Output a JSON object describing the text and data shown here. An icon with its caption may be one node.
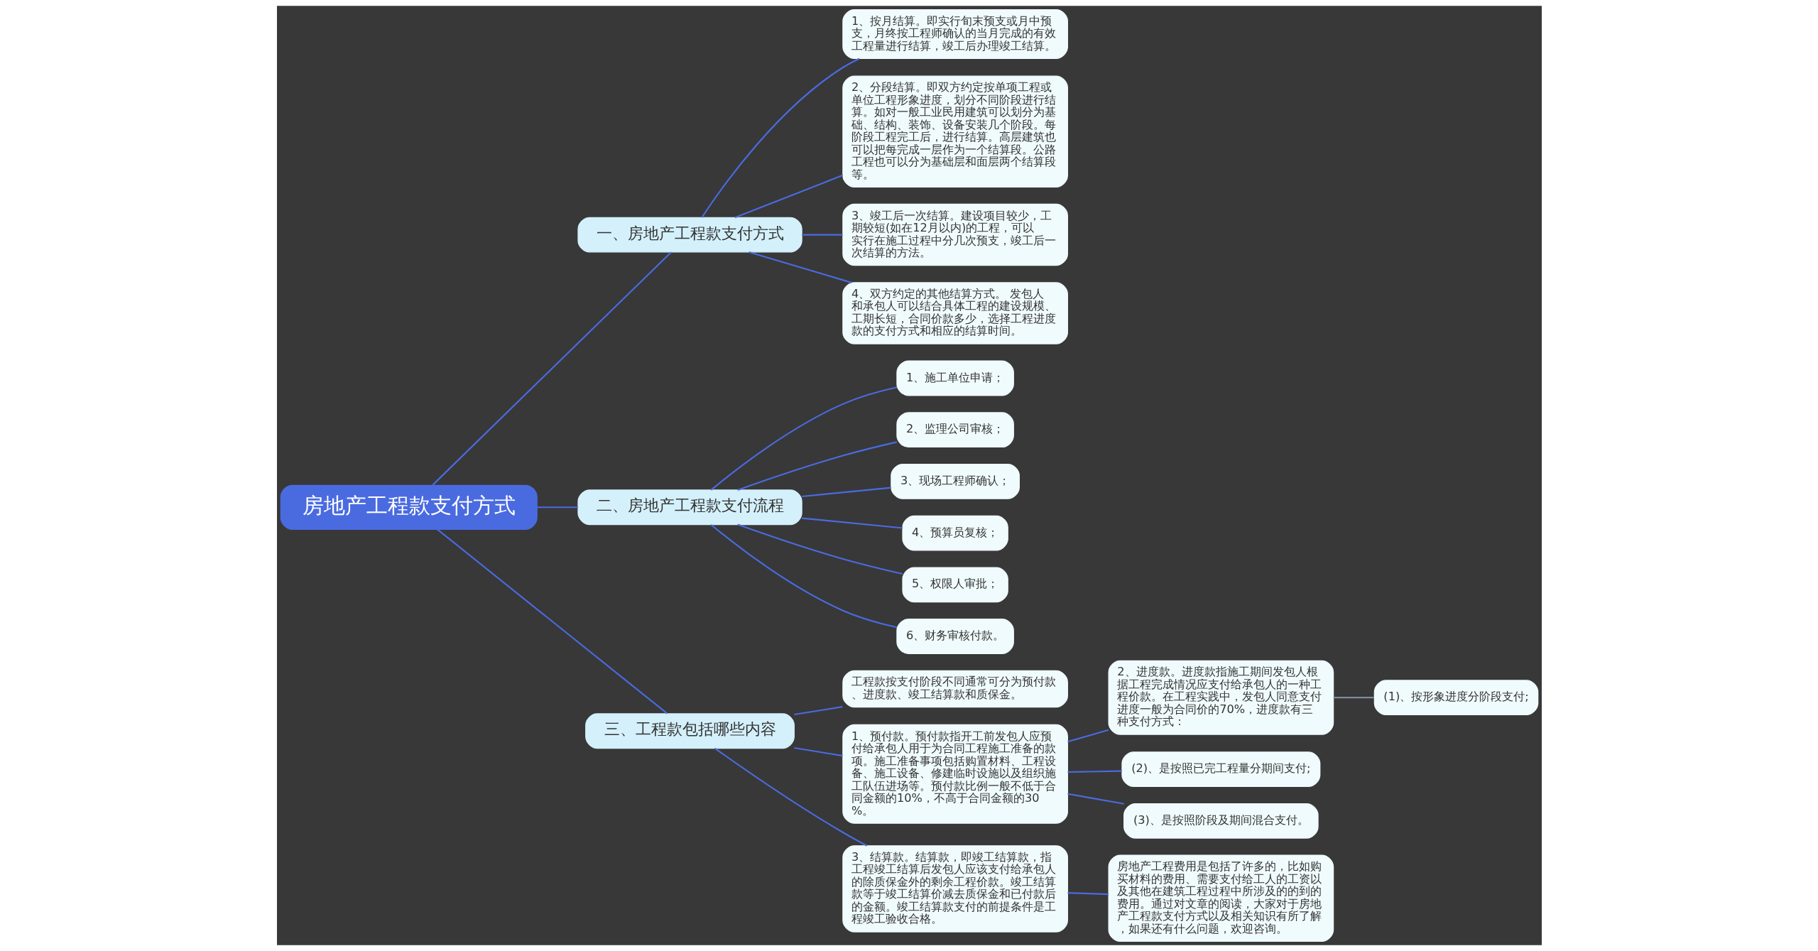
{
  "diagram": {
    "nodes": [
      {
        "text": [
          "房地产工程款支付方式"
        ]
      },
      {
        "text": [
          "一、房地产工程款支付方式"
        ]
      },
      {
        "text": [
          "1、按月结算。即实行旬末预支或月中预支，月终按工程师确认的当月完成的有效工程量进行结算，竣工后办理竣工结算。"
        ]
      },
      {
        "text": [
          "2、分段结算。即双方约定按单项工程或单位工程形象进度，划分不同阶段进行结算。如对一般工业民用建筑可以划分为基础、结构、装饰、设备安装几个阶段。每阶段工程完工后，进行结算。高层建筑也可以把每完成一层作为一个结算段。公路工程也可以分为基础层和面层两个结算段等。"
        ]
      },
      {
        "text": [
          "3、竣工后一次结算。建设项目较少，工期较短(如在12月以内)的工程，可以实行在施工过程中分几次预支，竣工后一次结算的方法。"
        ]
      },
      {
        "text": [
          "4、双方约定的其他结算方式。 发包人和承包人可以结合具体工程的建设规模、工期长短，合同价款多少，选择工程进度款的支付方式和相应的结算时间。"
        ]
      },
      {
        "text": [
          "二、房地产工程款支付流程"
        ]
      },
      {
        "text": [
          "1、施工单位申请；"
        ]
      },
      {
        "text": [
          "2、监理公司审核；"
        ]
      },
      {
        "text": [
          "3、现场工程师确认；"
        ]
      },
      {
        "text": [
          "4、预算员复核；"
        ]
      },
      {
        "text": [
          "5、权限人审批；"
        ]
      },
      {
        "text": [
          "6、财务审核付款。"
        ]
      },
      {
        "text": [
          "三、工程款包括哪些内容"
        ]
      },
      {
        "text": [
          "工程款按支付阶段不同通常可分为预付款、进度款、竣工结算款和质保金。"
        ]
      },
      {
        "text": [
          "1、预付款。预付款指开工前发包人应预付给承包人用于为合同工程施工准备的款项。施工准备事项包括购置材料、工程设备、施工设备、修建临时设施以及组织施工队伍进场等。预付款比例一般不低于合同金额的10%，不高于合同金额的30%。"
        ]
      },
      {
        "text": [
          "2、进度款。进度款指施工期间发包人根据工程完成情况应支付给承包人的一种工程价款。在工程实践中，发包人同意支付进度一般为合同价的70%，进度款有三种支付方式："
        ]
      },
      {
        "text": [
          "(1)、按形象进度分阶段支付;"
        ]
      },
      {
        "text": [
          "(2)、是按照已完工程量分期间支付;"
        ]
      },
      {
        "text": [
          "(3)、是按照阶段及期间混合支付。"
        ]
      },
      {
        "text": [
          "3、结算款。结算款，即竣工结算款，指工程竣工结算后发包人应该支付给承包人的除质保金外的剩余工程价款。竣工结算款等于竣工结算价减去质保金和已付款后的金额。竣工结算款支付的前提条件是工程竣工验收合格。"
        ]
      },
      {
        "text": [
          "房地产工程费用是包括了许多的，比如购买材料的费用、需要支付给工人的工资以及其他在建筑工程过程中所涉及的的到的费用。通过对文章的阅读，大家对于房地产工程款支付方式以及相关知识有所了解，如果还有什么问题，欢迎咨询。"
        ]
      }
    ],
    "edges": [
      {
        "from": 0,
        "to": 1,
        "arrow": "none"
      },
      {
        "from": 1,
        "to": 2,
        "arrow": "none"
      },
      {
        "from": 1,
        "to": 3,
        "arrow": "none"
      },
      {
        "from": 1,
        "to": 4,
        "arrow": "none"
      },
      {
        "from": 1,
        "to": 5,
        "arrow": "none"
      },
      {
        "from": 0,
        "to": 6,
        "arrow": "none"
      },
      {
        "from": 6,
        "to": 7,
        "arrow": "none"
      },
      {
        "from": 6,
        "to": 8,
        "arrow": "none"
      },
      {
        "from": 6,
        "to": 9,
        "arrow": "none"
      },
      {
        "from": 6,
        "to": 10,
        "arrow": "none"
      },
      {
        "from": 6,
        "to": 11,
        "arrow": "none"
      },
      {
        "from": 6,
        "to": 12,
        "arrow": "none"
      },
      {
        "from": 0,
        "to": 13,
        "arrow": "none"
      },
      {
        "from": 13,
        "to": 14,
        "arrow": "none"
      },
      {
        "from": 13,
        "to": 15,
        "arrow": "none"
      },
      {
        "from": 15,
        "to": 16,
        "arrow": "none"
      },
      {
        "from": 16,
        "to": 17,
        "arrow": "none",
        "color": "#7d8a9c"
      },
      {
        "from": 15,
        "to": 18,
        "arrow": "none"
      },
      {
        "from": 15,
        "to": 19,
        "arrow": "none"
      },
      {
        "from": 13,
        "to": 20,
        "arrow": "none"
      },
      {
        "from": 20,
        "to": 21,
        "arrow": "none"
      }
    ]
  }
}
